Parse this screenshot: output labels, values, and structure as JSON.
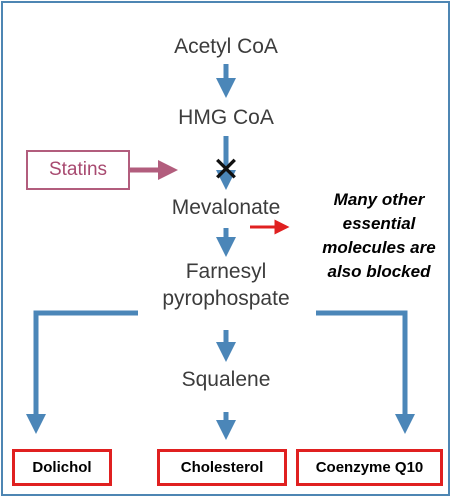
{
  "nodes": {
    "acetyl_coa": "Acetyl CoA",
    "hmg_coa": "HMG CoA",
    "mevalonate": "Mevalonate",
    "farnesyl_line1": "Farnesyl",
    "farnesyl_line2": "pyrophospate",
    "squalene": "Squalene"
  },
  "inhibitor": {
    "label": "Statins",
    "block_mark": "✕"
  },
  "note": {
    "line1": "Many other",
    "line2": "essential",
    "line3": "molecules are",
    "line4": "also blocked"
  },
  "products": {
    "dolichol": "Dolichol",
    "cholesterol": "Cholesterol",
    "coenzyme_q10": "Coenzyme Q10"
  },
  "colors": {
    "frame": "#4e86b3",
    "pathway_arrow": "#4b86b8",
    "statins": "#b25d7d",
    "highlight": "#e02020",
    "text": "#3c3c3c"
  }
}
